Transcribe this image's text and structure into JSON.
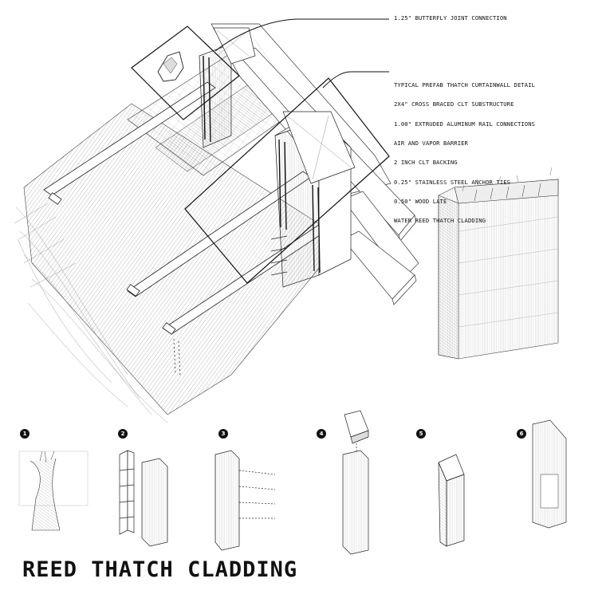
{
  "title": "REED THATCH CLADDING",
  "callouts": {
    "butterfly": "1.25\" BUTTERFLY JOINT CONNECTION",
    "curtainwall_lines": [
      "TYPICAL PREFAB THATCH CURTAINWALL DETAIL",
      "2X4\" CROSS BRACED CLT SUBSTRUCTURE",
      "1.00\" EXTRUDED ALUMINUM RAIL CONNECTIONS",
      "AIR AND VAPOR BARRIER",
      "2 INCH CLT BACKING",
      "0.25\" STAINLESS STEEL ANCHOR TIES",
      "0.50\" WOOD LATE",
      "WATER REED THATCH CLADDING"
    ]
  },
  "steps": [
    "1",
    "2",
    "3",
    "4",
    "5",
    "6"
  ],
  "palette": {
    "ink": "#111111",
    "paper": "#ffffff",
    "accent": "#2a8a7a"
  }
}
